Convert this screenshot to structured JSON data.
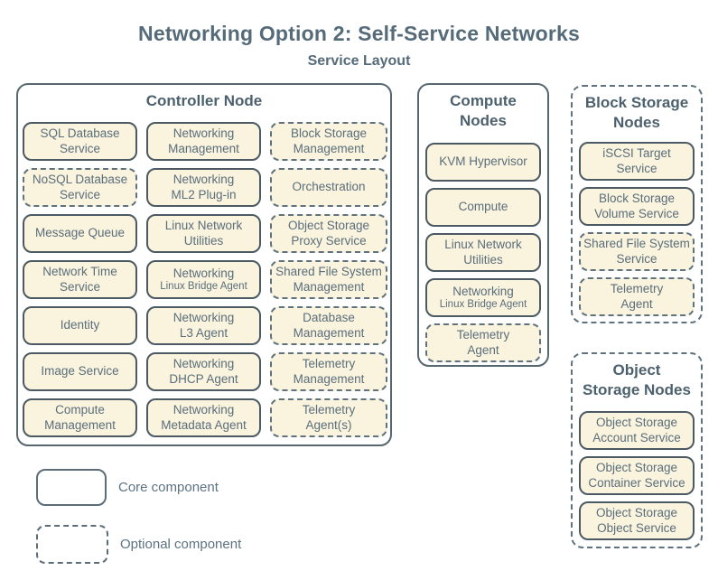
{
  "title": "Networking Option 2: Self-Service Networks",
  "subtitle": "Service Layout",
  "colors": {
    "service_fill": "#faf3de",
    "core_border": "#4b5a63",
    "optional_border": "#5f7280",
    "container_border": "#56676f",
    "text": "#5a6e7b",
    "title_text": "#556b79",
    "node_title_text": "#4c616d"
  },
  "legend": {
    "core_label": "Core component",
    "optional_label": "Optional component"
  },
  "nodes": {
    "controller": {
      "title": "Controller Node",
      "border": "solid",
      "services": [
        {
          "label": "SQL Database\nService",
          "type": "core"
        },
        {
          "label": "Networking\nManagement",
          "type": "core"
        },
        {
          "label": "Block Storage\nManagement",
          "type": "optional"
        },
        {
          "label": "NoSQL Database\nService",
          "type": "optional"
        },
        {
          "label": "Networking\nML2 Plug-in",
          "type": "core"
        },
        {
          "label": "Orchestration",
          "type": "optional"
        },
        {
          "label": "Message Queue",
          "type": "core"
        },
        {
          "label": "Linux Network\nUtilities",
          "type": "core"
        },
        {
          "label": "Object Storage\nProxy Service",
          "type": "optional"
        },
        {
          "label": "Network Time\nService",
          "type": "core"
        },
        {
          "label": "Networking",
          "sublabel": "Linux Bridge Agent",
          "type": "core"
        },
        {
          "label": "Shared File System\nManagement",
          "type": "optional"
        },
        {
          "label": "Identity",
          "type": "core"
        },
        {
          "label": "Networking\nL3 Agent",
          "type": "core"
        },
        {
          "label": "Database\nManagement",
          "type": "optional"
        },
        {
          "label": "Image Service",
          "type": "core"
        },
        {
          "label": "Networking\nDHCP Agent",
          "type": "core"
        },
        {
          "label": "Telemetry\nManagement",
          "type": "optional"
        },
        {
          "label": "Compute\nManagement",
          "type": "core"
        },
        {
          "label": "Networking\nMetadata Agent",
          "type": "core"
        },
        {
          "label": "Telemetry\nAgent(s)",
          "type": "optional"
        }
      ]
    },
    "compute": {
      "title": "Compute\nNodes",
      "border": "solid",
      "services": [
        {
          "label": "KVM Hypervisor",
          "type": "core"
        },
        {
          "label": "Compute",
          "type": "core"
        },
        {
          "label": "Linux Network\nUtilities",
          "type": "core"
        },
        {
          "label": "Networking",
          "sublabel": "Linux Bridge Agent",
          "type": "core"
        },
        {
          "label": "Telemetry\nAgent",
          "type": "optional"
        }
      ]
    },
    "block_storage": {
      "title": "Block Storage\nNodes",
      "border": "dashed",
      "services": [
        {
          "label": "iSCSI Target\nService",
          "type": "core"
        },
        {
          "label": "Block Storage\nVolume Service",
          "type": "core"
        },
        {
          "label": "Shared File System\nService",
          "type": "optional"
        },
        {
          "label": "Telemetry\nAgent",
          "type": "optional"
        }
      ]
    },
    "object_storage": {
      "title": "Object\nStorage Nodes",
      "border": "dashed",
      "services": [
        {
          "label": "Object Storage\nAccount Service",
          "type": "core"
        },
        {
          "label": "Object Storage\nContainer Service",
          "type": "core"
        },
        {
          "label": "Object Storage\nObject Service",
          "type": "core"
        }
      ]
    }
  }
}
